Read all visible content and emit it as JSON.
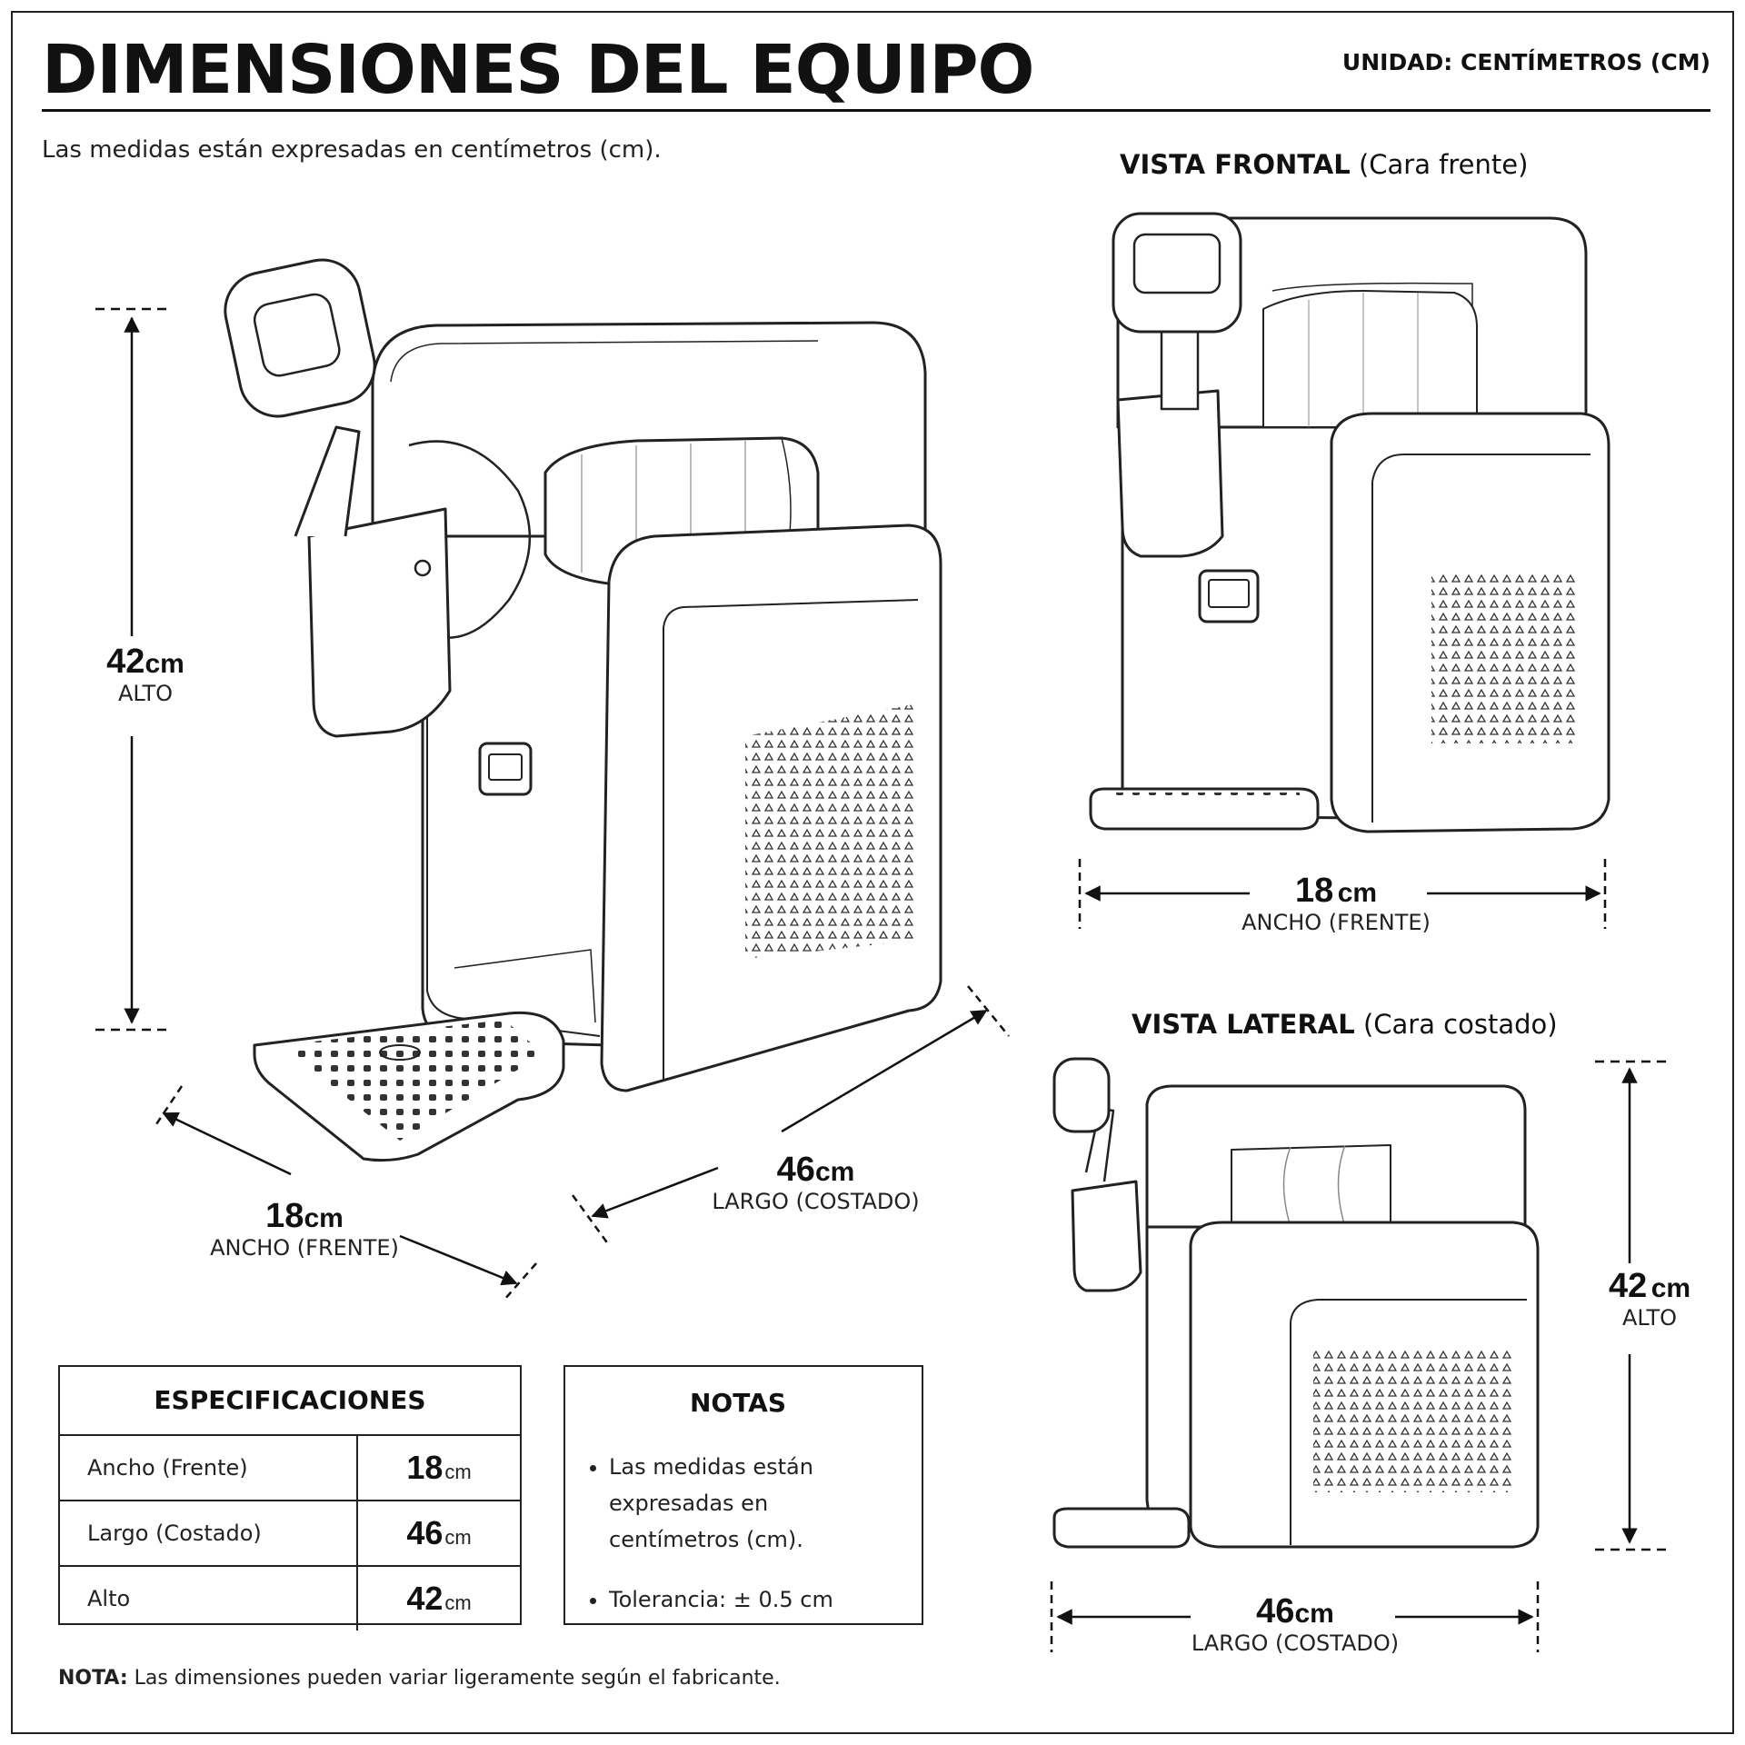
{
  "header": {
    "title": "DIMENSIONES DEL EQUIPO",
    "unit_note": "UNIDAD: CENTÍMETROS (CM)",
    "intro": "Las medidas están expresadas en centímetros (cm)."
  },
  "views": {
    "front": {
      "title_bold": "VISTA FRONTAL",
      "title_rest": "(Cara frente)"
    },
    "side": {
      "title_bold": "VISTA LATERAL",
      "title_rest": "(Cara costado)"
    }
  },
  "dimensions": {
    "main_height": {
      "value": "42",
      "unit": "cm",
      "label": "ALTO"
    },
    "main_width": {
      "value": "18",
      "unit": "cm",
      "label": "ANCHO (FRENTE)"
    },
    "main_length": {
      "value": "46",
      "unit": "cm",
      "label": "LARGO (COSTADO)"
    },
    "front_width": {
      "value": "18",
      "unit": "cm",
      "label": "ANCHO (FRENTE)"
    },
    "side_height": {
      "value": "42",
      "unit": "cm",
      "label": "ALTO"
    },
    "side_length": {
      "value": "46",
      "unit": "cm",
      "label": "LARGO (COSTADO)"
    }
  },
  "specs": {
    "title": "ESPECIFICACIONES",
    "rows": [
      {
        "label": "Ancho (Frente)",
        "value": "18",
        "unit": "cm"
      },
      {
        "label": "Largo (Costado)",
        "value": "46",
        "unit": "cm"
      },
      {
        "label": "Alto",
        "value": "42",
        "unit": "cm"
      }
    ]
  },
  "notes": {
    "title": "NOTAS",
    "items": [
      "Las medidas están expresadas en centímetros (cm).",
      "Tolerancia: ± 0.5 cm"
    ]
  },
  "footer": {
    "label": "NOTA:",
    "text": "Las dimensiones pueden variar ligeramente según el fabricante."
  }
}
